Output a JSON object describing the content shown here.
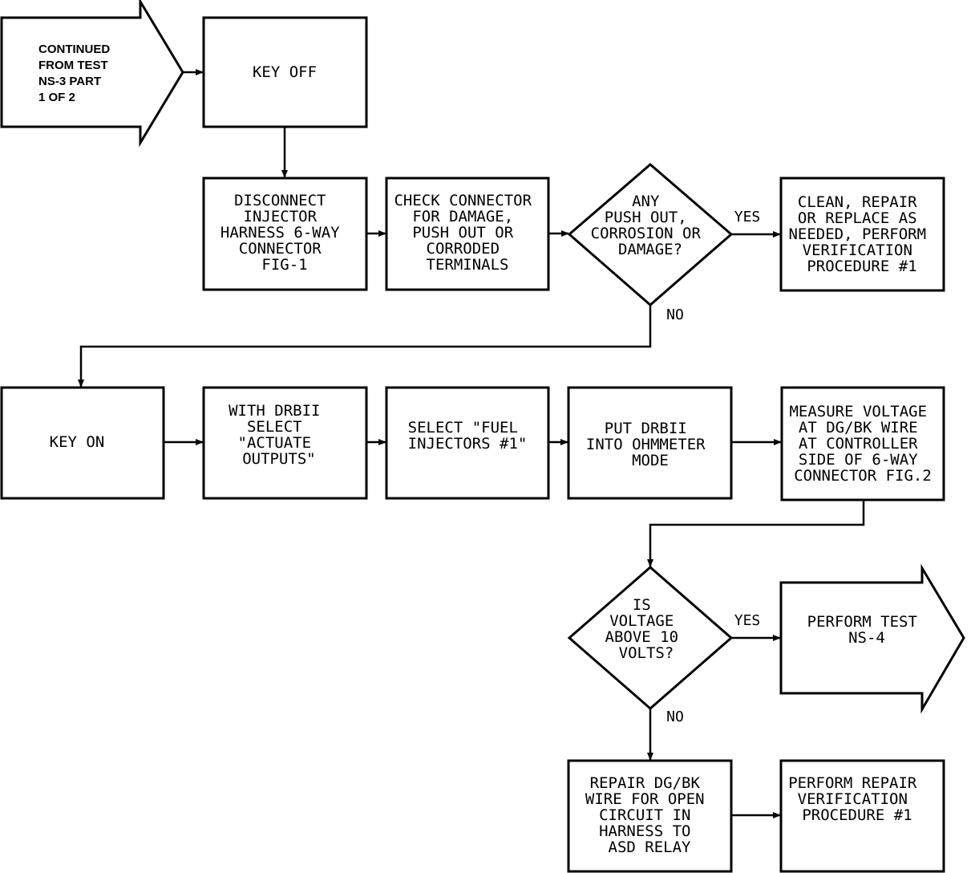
{
  "diagram": {
    "start": [
      "CONTINUED",
      "FROM TEST",
      "NS-3 PART",
      "1 OF 2"
    ],
    "key_off": [
      "KEY OFF"
    ],
    "disconnect": [
      "DISCONNECT",
      "INJECTOR",
      "HARNESS 6-WAY",
      "CONNECTOR",
      "FIG-1"
    ],
    "check_connector": [
      "CHECK CONNECTOR",
      "FOR DAMAGE,",
      "PUSH OUT OR",
      "CORRODED",
      "TERMINALS"
    ],
    "decision_damage": [
      "ANY",
      "PUSH OUT,",
      "CORROSION OR",
      "DAMAGE?"
    ],
    "clean_repair": [
      "CLEAN, REPAIR",
      "OR REPLACE AS",
      "NEEDED, PERFORM",
      "VERIFICATION",
      "PROCEDURE #1"
    ],
    "key_on": [
      "KEY ON"
    ],
    "with_drbii": [
      "WITH DRBII",
      "SELECT",
      "\"ACTUATE",
      "OUTPUTS\""
    ],
    "select_fuel": [
      "SELECT \"FUEL",
      "INJECTORS #1\""
    ],
    "put_drbii": [
      "PUT DRBII",
      "INTO OHMMETER",
      "MODE"
    ],
    "measure_voltage": [
      "MEASURE VOLTAGE",
      "AT DG/BK WIRE",
      "AT CONTROLLER",
      "SIDE OF 6-WAY",
      "CONNECTOR FIG.2"
    ],
    "decision_voltage": [
      "IS",
      "VOLTAGE",
      "ABOVE 10",
      "VOLTS?"
    ],
    "perform_test": [
      "PERFORM TEST",
      "NS-4"
    ],
    "repair_wire": [
      "REPAIR DG/BK",
      "WIRE FOR OPEN",
      "CIRCUIT IN",
      "HARNESS TO",
      "ASD RELAY"
    ],
    "perform_repair": [
      "PERFORM REPAIR",
      "VERIFICATION",
      "PROCEDURE #1"
    ],
    "labels": {
      "yes_1": "YES",
      "no_1": "NO",
      "yes_2": "YES",
      "no_2": "NO"
    }
  }
}
